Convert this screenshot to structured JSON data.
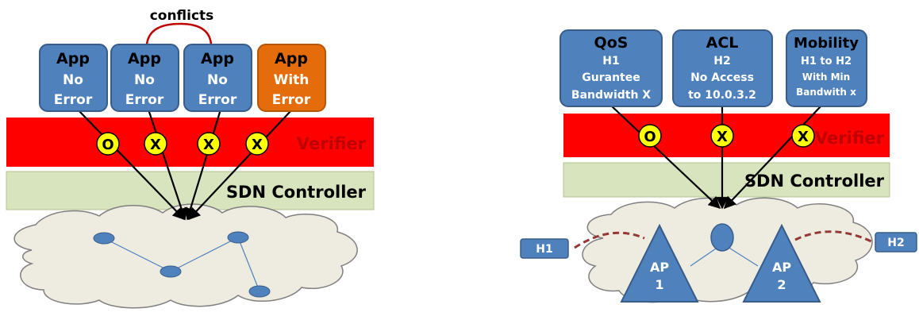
{
  "left": {
    "conflict_label": "conflicts",
    "apps": [
      {
        "title": "App",
        "line1": "No",
        "line2": "Error",
        "status": "ok",
        "mark": "O"
      },
      {
        "title": "App",
        "line1": "No",
        "line2": "Error",
        "status": "ok",
        "mark": "X"
      },
      {
        "title": "App",
        "line1": "No",
        "line2": "Error",
        "status": "ok",
        "mark": "X"
      },
      {
        "title": "App",
        "line1": "With",
        "line2": "Error",
        "status": "error",
        "mark": "X"
      }
    ],
    "verifier_label": "Verifier",
    "controller_label": "SDN Controller"
  },
  "right": {
    "apps": [
      {
        "title": "QoS",
        "line1": "H1",
        "line2": "Gurantee",
        "line3": "Bandwidth X",
        "mark": "O"
      },
      {
        "title": "ACL",
        "line1": "H2",
        "line2": "No Access",
        "line3": "to 10.0.3.2",
        "mark": "X"
      },
      {
        "title": "Mobility",
        "line1": "H1 to H2",
        "line2": "With Min",
        "line3": "Bandwith x",
        "mark": "X"
      }
    ],
    "verifier_label": "Verifier",
    "controller_label": "SDN Controller",
    "hosts": [
      "H1",
      "H2"
    ],
    "access_points": [
      {
        "line1": "AP",
        "line2": "1"
      },
      {
        "line1": "AP",
        "line2": "2"
      }
    ]
  },
  "colors": {
    "app_box": "#4f81bd",
    "app_box_border": "#385d8a",
    "error_box": "#e46c0a",
    "verifier": "#ff0000",
    "controller": "#d7e4bd",
    "cloud": "#eeece1",
    "mark_circle": "#ffff00",
    "conflict_arc": "#c00000",
    "host_link": "#953735"
  }
}
